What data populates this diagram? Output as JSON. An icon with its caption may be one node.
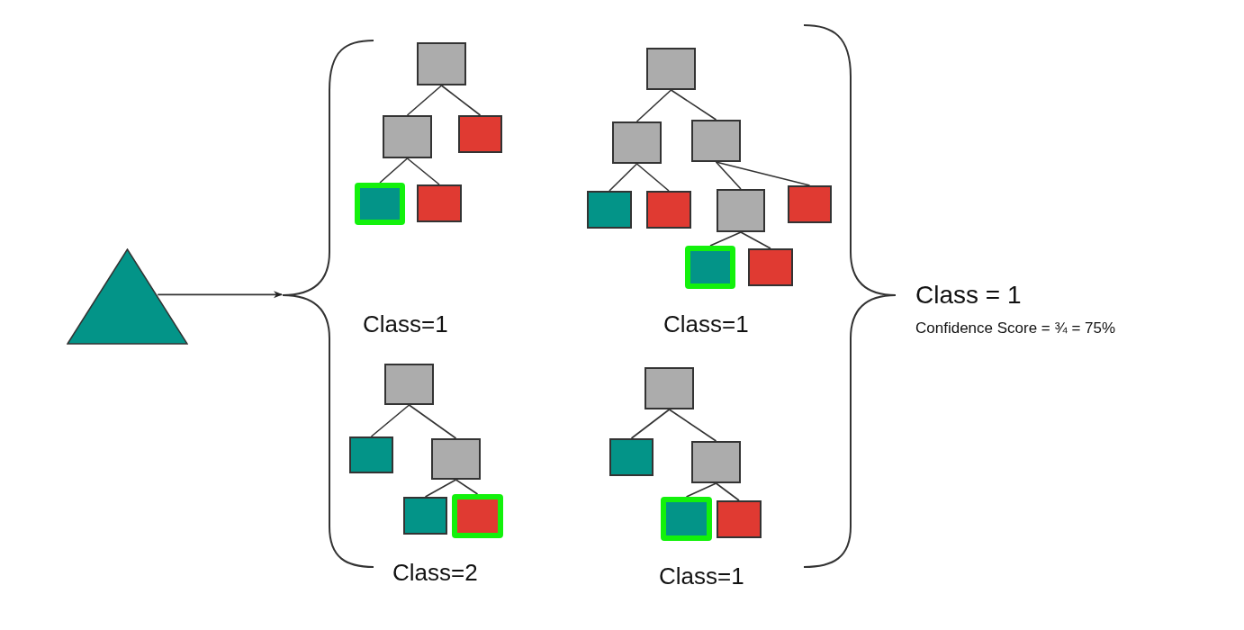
{
  "diagram": {
    "nodes": [
      {
        "text": [],
        "shape": "triangle"
      },
      {
        "text": [],
        "shape": "box"
      },
      {
        "text": [],
        "shape": "box"
      },
      {
        "text": [],
        "shape": "box"
      },
      {
        "text": [],
        "shape": "box"
      },
      {
        "text": [],
        "shape": "box"
      },
      {
        "text": [],
        "shape": "box"
      },
      {
        "text": [],
        "shape": "box"
      },
      {
        "text": [],
        "shape": "box"
      },
      {
        "text": [],
        "shape": "box"
      },
      {
        "text": [],
        "shape": "box"
      },
      {
        "text": [],
        "shape": "box"
      },
      {
        "text": [],
        "shape": "box"
      },
      {
        "text": [],
        "shape": "box"
      },
      {
        "text": [],
        "shape": "box"
      },
      {
        "text": [],
        "shape": "box"
      },
      {
        "text": [],
        "shape": "box"
      },
      {
        "text": [],
        "shape": "box"
      },
      {
        "text": [],
        "shape": "box"
      },
      {
        "text": [],
        "shape": "box"
      },
      {
        "text": [],
        "shape": "box"
      },
      {
        "text": [],
        "shape": "box"
      },
      {
        "text": [],
        "shape": "box"
      },
      {
        "text": [],
        "shape": "box"
      },
      {
        "text": [],
        "shape": "box"
      },
      {
        "text": [],
        "shape": "brace"
      }
    ],
    "edges": [
      {
        "from": 0,
        "to": 25,
        "arrow": "to"
      },
      {
        "from": 1,
        "to": 2,
        "arrow": "none"
      },
      {
        "from": 1,
        "to": 3,
        "arrow": "none"
      },
      {
        "from": 2,
        "to": 4,
        "arrow": "none"
      },
      {
        "from": 2,
        "to": 5,
        "arrow": "none"
      },
      {
        "from": 6,
        "to": 7,
        "arrow": "none"
      },
      {
        "from": 6,
        "to": 8,
        "arrow": "none"
      },
      {
        "from": 7,
        "to": 9,
        "arrow": "none"
      },
      {
        "from": 7,
        "to": 10,
        "arrow": "none"
      },
      {
        "from": 8,
        "to": 11,
        "arrow": "none"
      },
      {
        "from": 8,
        "to": 12,
        "arrow": "none"
      },
      {
        "from": 11,
        "to": 13,
        "arrow": "none"
      },
      {
        "from": 11,
        "to": 14,
        "arrow": "none"
      },
      {
        "from": 15,
        "to": 16,
        "arrow": "none"
      },
      {
        "from": 15,
        "to": 17,
        "arrow": "none"
      },
      {
        "from": 17,
        "to": 18,
        "arrow": "none"
      },
      {
        "from": 17,
        "to": 19,
        "arrow": "none"
      },
      {
        "from": 20,
        "to": 21,
        "arrow": "none"
      },
      {
        "from": 20,
        "to": 22,
        "arrow": "none"
      },
      {
        "from": 22,
        "to": 23,
        "arrow": "none"
      },
      {
        "from": 22,
        "to": 24,
        "arrow": "none"
      }
    ],
    "labels": [
      "Class = 1",
      "Class=1",
      "Class=1",
      "Confidence Score = ¾ = 75%",
      "Class=2",
      "Class=1"
    ]
  }
}
